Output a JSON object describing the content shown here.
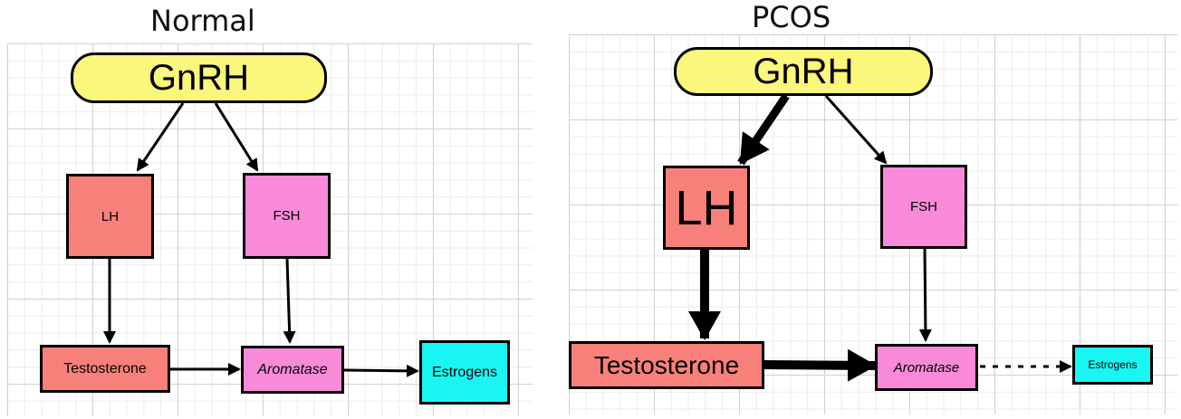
{
  "panels": {
    "normal": {
      "title": "Normal",
      "nodes": {
        "gnrh": "GnRH",
        "lh": "LH",
        "fsh": "FSH",
        "testosterone": "Testosterone",
        "aromatase": "Aromatase",
        "estrogens": "Estrogens"
      }
    },
    "pcos": {
      "title": "PCOS",
      "nodes": {
        "gnrh": "GnRH",
        "lh": "LH",
        "fsh": "FSH",
        "testosterone": "Testosterone",
        "aromatase": "Aromatase",
        "estrogens": "Estrogens"
      }
    }
  },
  "colors": {
    "gnrh": "#fbf67c",
    "lh": "#f8807a",
    "fsh": "#f98ad9",
    "testosterone": "#f8807a",
    "aromatase": "#f98ad9",
    "estrogens": "#19f5f3"
  },
  "edges": {
    "normal": [
      {
        "from": "GnRH",
        "to": "LH",
        "style": "normal"
      },
      {
        "from": "GnRH",
        "to": "FSH",
        "style": "normal"
      },
      {
        "from": "LH",
        "to": "Testosterone",
        "style": "normal"
      },
      {
        "from": "FSH",
        "to": "Aromatase",
        "style": "normal"
      },
      {
        "from": "Testosterone",
        "to": "Aromatase",
        "style": "normal"
      },
      {
        "from": "Aromatase",
        "to": "Estrogens",
        "style": "normal"
      }
    ],
    "pcos": [
      {
        "from": "GnRH",
        "to": "LH",
        "style": "thick"
      },
      {
        "from": "GnRH",
        "to": "FSH",
        "style": "normal"
      },
      {
        "from": "LH",
        "to": "Testosterone",
        "style": "thick"
      },
      {
        "from": "FSH",
        "to": "Aromatase",
        "style": "normal"
      },
      {
        "from": "Testosterone",
        "to": "Aromatase",
        "style": "thick"
      },
      {
        "from": "Aromatase",
        "to": "Estrogens",
        "style": "dotted"
      }
    ]
  }
}
